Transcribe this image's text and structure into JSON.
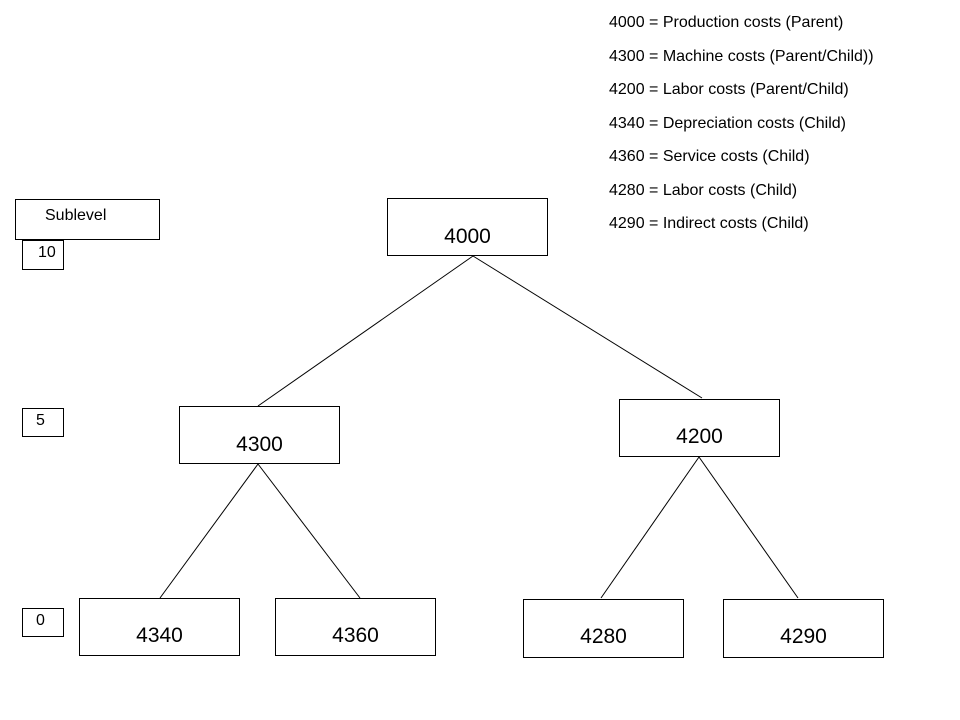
{
  "legend": [
    "4000 = Production costs (Parent)",
    "4300 = Machine costs (Parent/Child))",
    "4200 = Labor costs (Parent/Child)",
    "4340 = Depreciation costs (Child)",
    "4360 = Service costs (Child)",
    "4280 = Labor costs (Child)",
    "4290 = Indirect costs (Child)"
  ],
  "sublevel": {
    "title": "Sublevel",
    "levels": [
      "10",
      "5",
      "0"
    ]
  },
  "nodes": {
    "n4000": "4000",
    "n4300": "4300",
    "n4200": "4200",
    "n4340": "4340",
    "n4360": "4360",
    "n4280": "4280",
    "n4290": "4290"
  },
  "edges": [
    [
      "4000",
      "4300"
    ],
    [
      "4000",
      "4200"
    ],
    [
      "4300",
      "4340"
    ],
    [
      "4300",
      "4360"
    ],
    [
      "4200",
      "4280"
    ],
    [
      "4200",
      "4290"
    ]
  ]
}
